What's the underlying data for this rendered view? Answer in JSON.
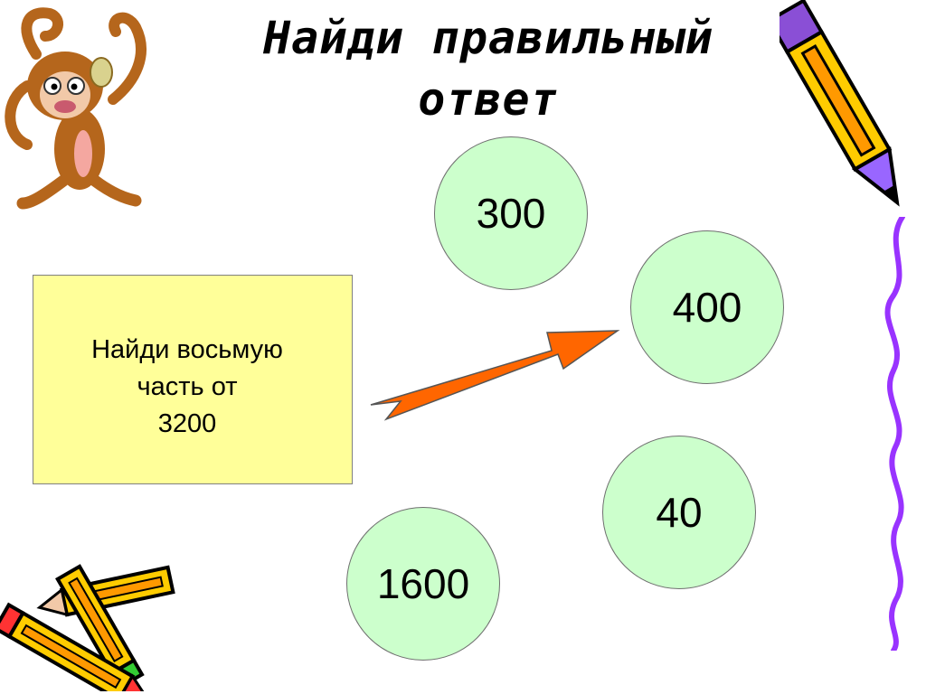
{
  "title": {
    "line1": "Найди  правильный",
    "line2": "ответ"
  },
  "task": {
    "line1": "Найди  восьмую",
    "line2": "часть  от",
    "line3": "3200"
  },
  "answers": [
    "300",
    "400",
    "40",
    "1600"
  ],
  "colors": {
    "task_fill": "#ffff99",
    "answer_fill": "#ccffcc",
    "arrow": "#ff6600",
    "wavy_line": "#9933ff"
  },
  "icons": [
    "monkey-icon",
    "pencil-icon",
    "crossed-pencils-icon",
    "arrow-icon"
  ]
}
